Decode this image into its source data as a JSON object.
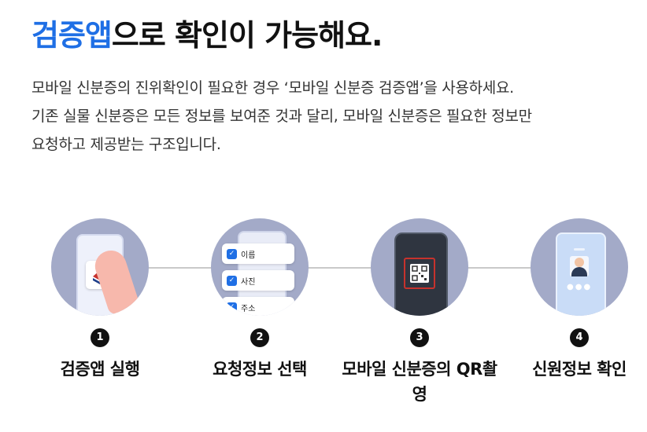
{
  "headline": {
    "accent": "검증앱",
    "rest": "으로 확인이 가능해요."
  },
  "description": [
    "모바일 신분증의 진위확인이 필요한 경우 ‘모바일 신분증 검증앱’을 사용하세요.",
    "기존 실물 신분증은 모든 정보를 보여준 것과 달리, 모바일 신분증은 필요한 정보만",
    "요청하고 제공받는 구조입니다."
  ],
  "steps": [
    {
      "number": "1",
      "label": "검증앱 실행",
      "icon": "verification-app-icon"
    },
    {
      "number": "2",
      "label": "요청정보 선택",
      "icon": "checklist-icon",
      "options": [
        "이름",
        "사진",
        "주소"
      ]
    },
    {
      "number": "3",
      "label": "모바일 신분증의 QR촬영",
      "icon": "qr-scan-icon"
    },
    {
      "number": "4",
      "label": "신원정보 확인",
      "icon": "profile-id-icon"
    }
  ],
  "colors": {
    "accent": "#1f6fe5",
    "circle": "#a3aac8",
    "badge": "#111111",
    "track": "#c9c9c9"
  }
}
